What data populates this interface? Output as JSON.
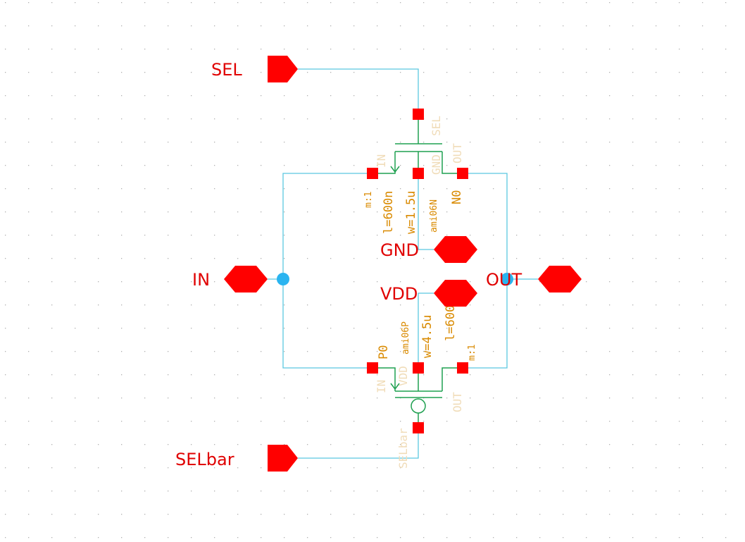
{
  "schematic": {
    "pins": {
      "sel": "SEL",
      "selbar": "SELbar",
      "in": "IN",
      "out": "OUT",
      "gnd": "GND",
      "vdd": "VDD"
    },
    "nmos": {
      "instance": "N0",
      "model": "ami06N",
      "width": "w=1.5u",
      "length": "l=600n",
      "multiplier": "m:1",
      "terminals": {
        "gate": "SEL",
        "bulk": "GND",
        "drain": "OUT",
        "source": "IN"
      }
    },
    "pmos": {
      "instance": "P0",
      "model": "ami06P",
      "width": "w=4.5u",
      "length": "l=600",
      "multiplier": "m:1",
      "terminals": {
        "gate": "SELbar",
        "bulk": "VDD",
        "drain": "OUT",
        "source": "IN"
      }
    },
    "colors": {
      "pin": "#ff0000",
      "wire": "#5ac8e0",
      "device": "#1fa050",
      "property_text": "#d98a00",
      "terminal_text": "#f0dcb8",
      "net_dot": "#2ab4f0"
    }
  }
}
